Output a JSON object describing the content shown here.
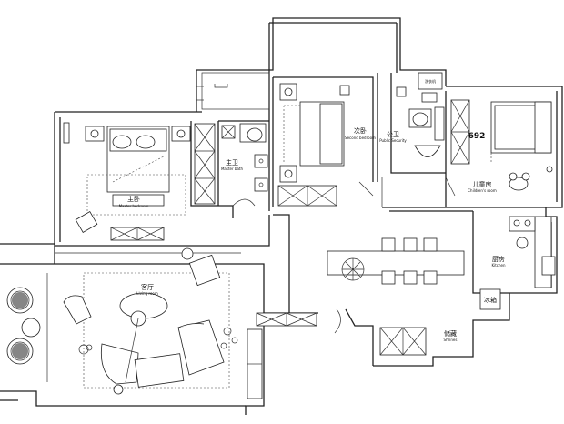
{
  "rooms": {
    "master_bedroom": {
      "cn": "主卧",
      "en": "Master bedroom"
    },
    "master_bath": {
      "cn": "主卫",
      "en": "Master bath"
    },
    "second_bedroom": {
      "cn": "次卧",
      "en": "Second bedroom"
    },
    "public_security": {
      "cn": "公卫",
      "en": "Public Security"
    },
    "childrens_room": {
      "cn": "儿童房",
      "en": "Children's room"
    },
    "kitchen": {
      "cn": "厨房",
      "en": "Kitchen"
    },
    "living_room": {
      "cn": "客厅",
      "en": "Living room"
    },
    "shrines": {
      "cn": "储藏",
      "en": "Shrines"
    },
    "fridge": {
      "cn": "冰箱"
    }
  },
  "dimension_label": "692",
  "appliance_label": "洗衣机"
}
